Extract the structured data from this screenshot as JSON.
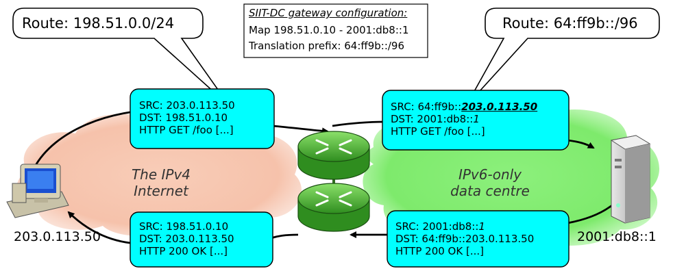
{
  "config_box": {
    "title": "SIIT-DC gateway configuration:",
    "line1": "Map 198.51.0.10 - 2001:db8::1",
    "line2": "Translation prefix: 64:ff9b::/96"
  },
  "callouts": {
    "left_route": "Route: 198.51.0.0/24",
    "right_route": "Route: 64:ff9b::/96"
  },
  "clouds": {
    "ipv4": {
      "line1": "The IPv4",
      "line2": "Internet"
    },
    "ipv6": {
      "line1": "IPv6-only",
      "line2": "data centre"
    }
  },
  "hosts": {
    "client_address": "203.0.113.50",
    "server_address": "2001:db8::1"
  },
  "packets": {
    "top_left": {
      "src": "SRC: 203.0.113.50",
      "dst": "DST: 198.51.0.10",
      "payload": "HTTP GET /foo [...]"
    },
    "top_right": {
      "src_prefix": "SRC: 64:ff9b::",
      "src_embedded": "203.0.113.50",
      "dst_prefix": "DST: 2001:db8::",
      "dst_suffix": "1",
      "payload": "HTTP GET /foo [...]"
    },
    "bottom_left": {
      "src": "SRC: 198.51.0.10",
      "dst": "DST: 203.0.113.50",
      "payload": "HTTP 200 OK [...]"
    },
    "bottom_right": {
      "src_prefix": "SRC: 2001:db8::",
      "src_suffix": "1",
      "dst": "DST: 64:ff9b::203.0.113.50",
      "payload": "HTTP 200 OK [...]"
    }
  },
  "colors": {
    "ipv4_cloud": "#f7c8b4",
    "ipv6_cloud": "#8cf07c",
    "packet_box": "#00ffff",
    "router": "#4caf2f"
  }
}
